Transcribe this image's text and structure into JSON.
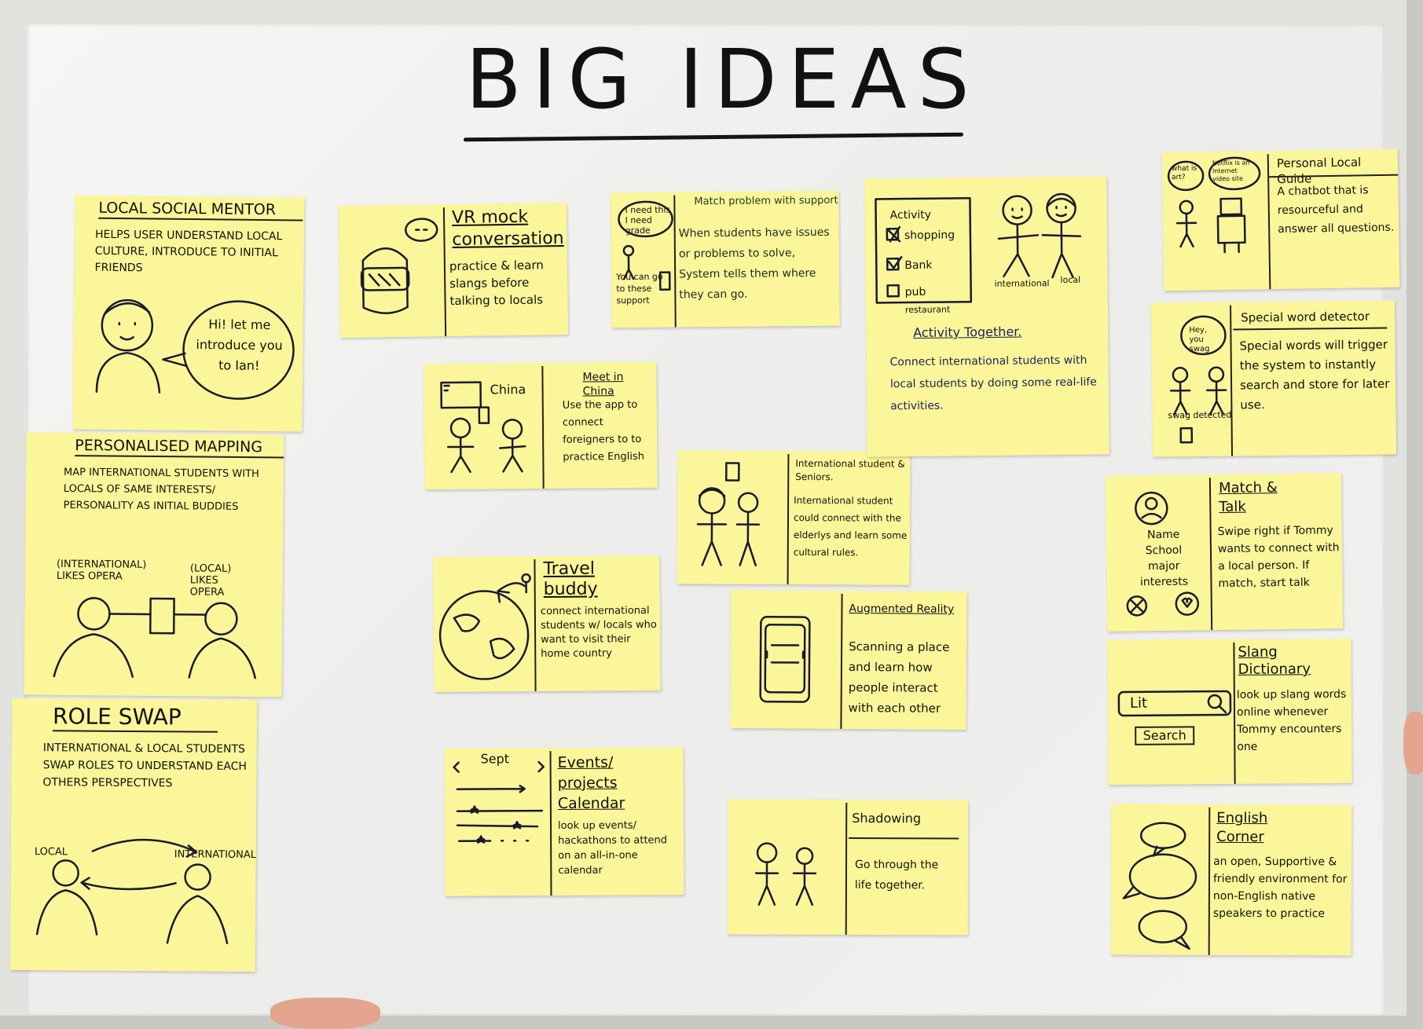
{
  "title": "BIG IDEAS",
  "notes": {
    "local_social_mentor": {
      "heading": "LOCAL SOCIAL MENTOR",
      "body": "HELPS USER UNDERSTAND LOCAL CULTURE, INTRODUCE TO INITIAL FRIENDS",
      "bubble": "Hi! let me introduce you to Ian!"
    },
    "personalised_mapping": {
      "heading": "PERSONALISED MAPPING",
      "body": "MAP INTERNATIONAL STUDENTS WITH LOCALS OF SAME INTERESTS/ PERSONALITY AS INITIAL BUDDIES",
      "left_label": "(INTERNATIONAL) LIKES OPERA",
      "right_label": "(LOCAL) LIKES OPERA"
    },
    "role_swap": {
      "heading": "ROLE SWAP",
      "body": "INTERNATIONAL & LOCAL STUDENTS SWAP ROLES TO UNDERSTAND EACH OTHERS PERSPECTIVES",
      "left_label": "LOCAL",
      "right_label": "INTERNATIONAL"
    },
    "vr_mock": {
      "heading": "VR mock conversation",
      "body": "practice & learn slangs before talking to locals"
    },
    "meet_in_china": {
      "heading": "Meet in China",
      "body": "Use the app to connect foreigners to to practice English",
      "sketch_label": "China"
    },
    "travel_buddy": {
      "heading": "Travel buddy",
      "body": "connect international students w/ locals who want to visit their home country"
    },
    "events_calendar": {
      "heading": "Events/ projects Calendar",
      "body": "look up events/ hackathons to attend on an all-in-one calendar",
      "month": "Sept"
    },
    "match_problem": {
      "heading": "Match problem with support",
      "body": "When students have issues or problems to solve, System tells them where they can go.",
      "bubble": "I need this I need grade",
      "side_text": "You can go to these support"
    },
    "international_seniors": {
      "heading": "International student & Seniors.",
      "body": "International student could connect with the elderlys and learn some cultural rules."
    },
    "augmented_reality": {
      "heading": "Augmented Reality",
      "body": "Scanning a place and learn how people interact with each other"
    },
    "shadowing": {
      "heading": "Shadowing",
      "body": "Go through the life together."
    },
    "activity_together": {
      "heading": "Activity Together.",
      "body": "Connect international students with local students by doing some real-life activities.",
      "list_title": "Activity",
      "items": [
        "shopping",
        "Bank",
        "pub",
        "restaurant"
      ],
      "left_label": "international",
      "right_label": "local"
    },
    "personal_local_guide": {
      "heading": "Personal Local Guide",
      "body": "A chatbot that is resourceful and answer all questions.",
      "bubble_left": "what is art?",
      "bubble_right": "Netflix is an Internet video site"
    },
    "special_word_detector": {
      "heading": "Special word detector",
      "body": "Special words will trigger the system to instantly search and store for later use.",
      "bubble": "Hey, you swag",
      "caption": "swag detected"
    },
    "match_talk": {
      "heading": "Match & Talk",
      "body": "Swipe right if Tommy wants to connect with a local person. If match, start talk",
      "profile": "Name School major interests"
    },
    "slang_dictionary": {
      "heading": "Slang Dictionary",
      "body": "look up slang words online whenever Tommy encounters one",
      "search_value": "Lit",
      "search_button": "Search"
    },
    "english_corner": {
      "heading": "English Corner",
      "body": "an open, Supportive & friendly environment for non-English native speakers to practice"
    }
  }
}
